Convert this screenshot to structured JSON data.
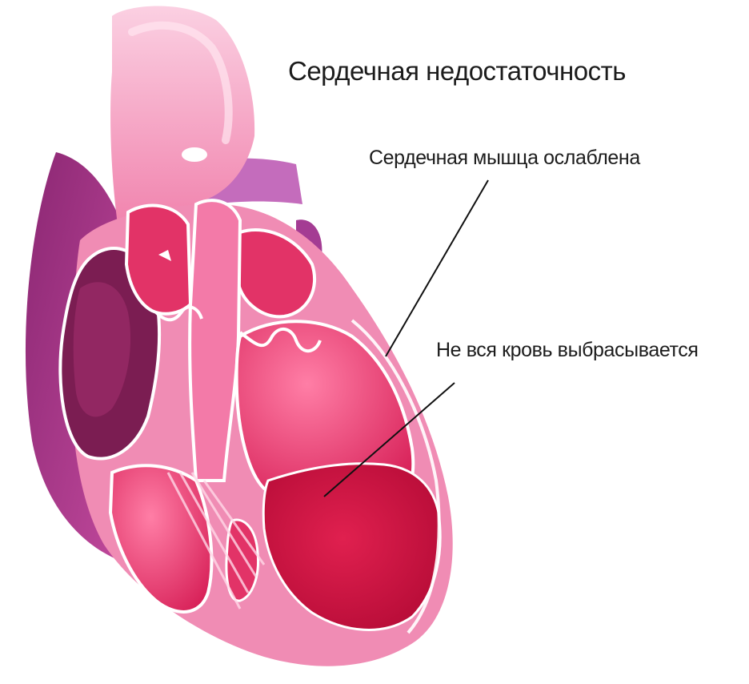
{
  "title": "Сердечная недостаточность",
  "callouts": {
    "muscle": "Сердечная мышца ослаблена",
    "blood": "Не вся кровь выбрасывается"
  },
  "colors": {
    "background": "#ffffff",
    "myocardium": "#f08cb4",
    "outer_wall": "#a2347e",
    "chamber": "#e22d62",
    "pooled_blood": "#c7103c",
    "text": "#1c1c1c"
  }
}
